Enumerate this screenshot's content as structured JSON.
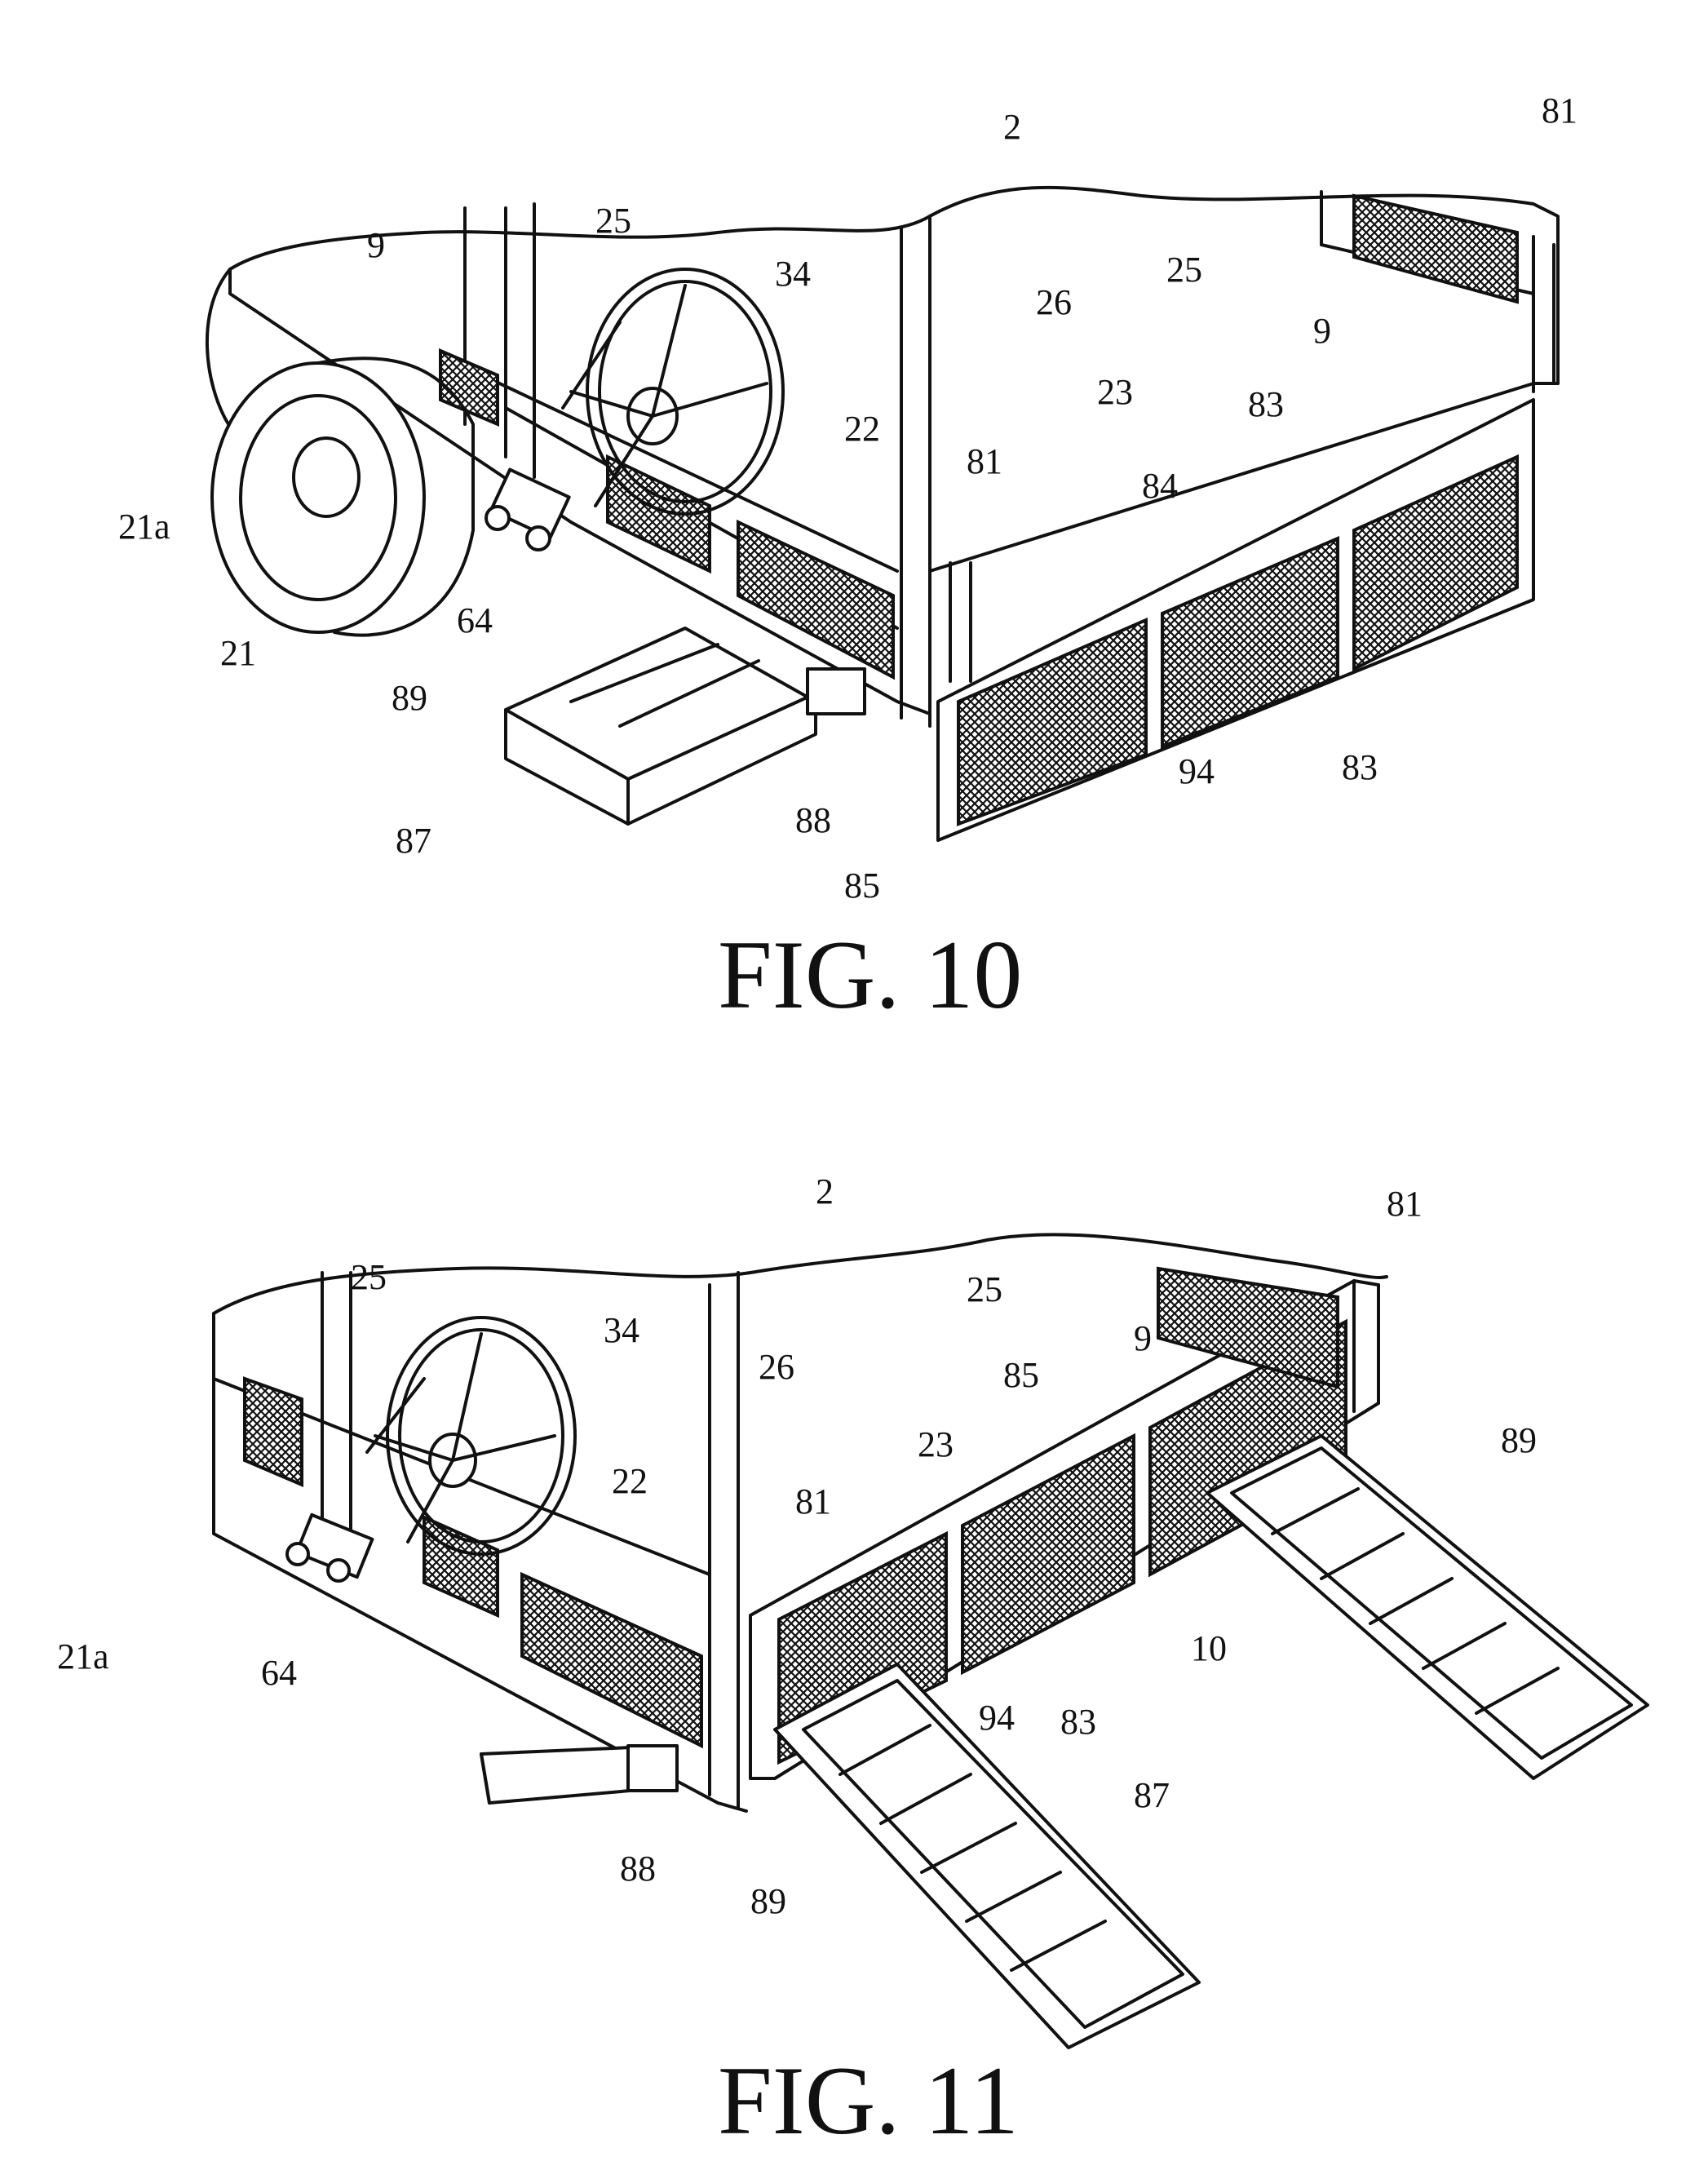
{
  "figures": [
    {
      "caption": "FIG. 10",
      "labels": [
        "2",
        "81",
        "25",
        "34",
        "9",
        "26",
        "25",
        "9",
        "23",
        "83",
        "84",
        "81",
        "22",
        "21a",
        "64",
        "21",
        "89",
        "94",
        "83",
        "87",
        "88",
        "85"
      ]
    },
    {
      "caption": "FIG. 11",
      "labels": [
        "2",
        "81",
        "25",
        "34",
        "26",
        "85",
        "25",
        "9",
        "89",
        "23",
        "22",
        "81",
        "21a",
        "64",
        "10",
        "94",
        "83",
        "88",
        "87",
        "89"
      ]
    }
  ]
}
